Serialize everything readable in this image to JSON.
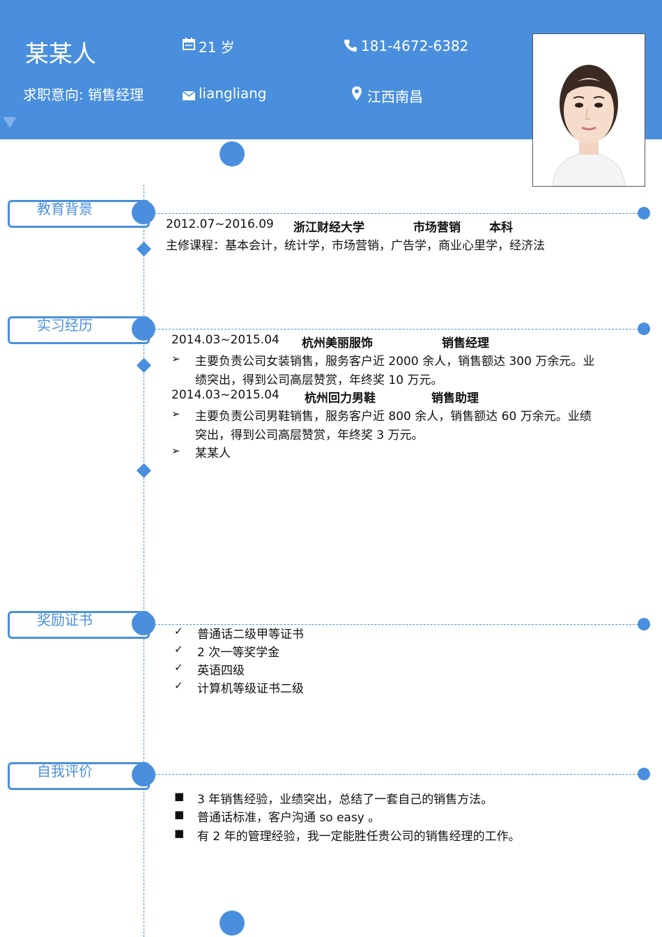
{
  "header": {
    "name": "某某人",
    "objective": "求职意向: 销售经理",
    "age": "21 岁",
    "phone": "181-4672-6382",
    "email": "liangliang",
    "location": "江西南昌",
    "icons": [
      "calendar-icon",
      "phone-icon",
      "envelope-icon",
      "location-pin-icon"
    ]
  },
  "education": {
    "title": "教育背景",
    "period": "2012.07~2016.09",
    "school": "浙江财经大学",
    "major": "市场营销",
    "degree": "本科",
    "courses": "主修课程：基本会计，统计学，市场营销，广告学，商业心里学，经济法"
  },
  "experience": {
    "title": "实习经历",
    "jobs": [
      {
        "period": "2014.03~2015.04",
        "company": "杭州美丽服饰",
        "position": "销售经理",
        "desc_line1": "主要负责公司女装销售，服务客户近 2000 余人，销售额达 300 万余元。业",
        "desc_line2": "绩突出，得到公司高层赞赏，年终奖 10 万元。"
      },
      {
        "period": "2014.03~2015.04",
        "company": "杭州回力男鞋",
        "position": "销售助理",
        "desc_line1": "主要负责公司男鞋销售，服务客户近 800 余人，销售额达 60 万余元。业绩",
        "desc_line2": "突出，得到公司高层赞赏，年终奖 3 万元。"
      }
    ],
    "extra": "某某人"
  },
  "awards": {
    "title": "奖励证书",
    "items": [
      "普通话二级甲等证书",
      "2 次一等奖学金",
      "英语四级",
      "计算机等级证书二级"
    ]
  },
  "self_eval": {
    "title": "自我评价",
    "items": [
      "3 年销售经验，业绩突出，总结了一套自己的销售方法。",
      "普通话标准，客户沟通 so easy 。",
      "有 2 年的管理经验，我一定能胜任贵公司的销售经理的工作。"
    ]
  },
  "markers": {
    "arrow": "➢",
    "check": "✓",
    "square": "■"
  },
  "colors": {
    "accent": "#4a8fdd",
    "header_bg": "#4a8fdd"
  }
}
